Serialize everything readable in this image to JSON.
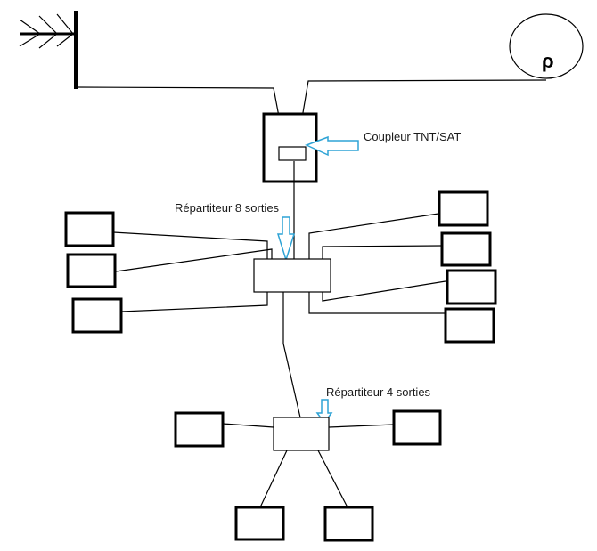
{
  "labels": {
    "coupler": "Coupleur TNT/SAT",
    "splitter8": "Répartiteur 8 sorties",
    "splitter4": "Répartiteur 4 sorties"
  },
  "dish_glyph": "ρ",
  "colors": {
    "arrow": "#2ea3d5",
    "line": "#000000"
  },
  "icons": [
    "antenna-icon",
    "satellite-dish-icon"
  ]
}
